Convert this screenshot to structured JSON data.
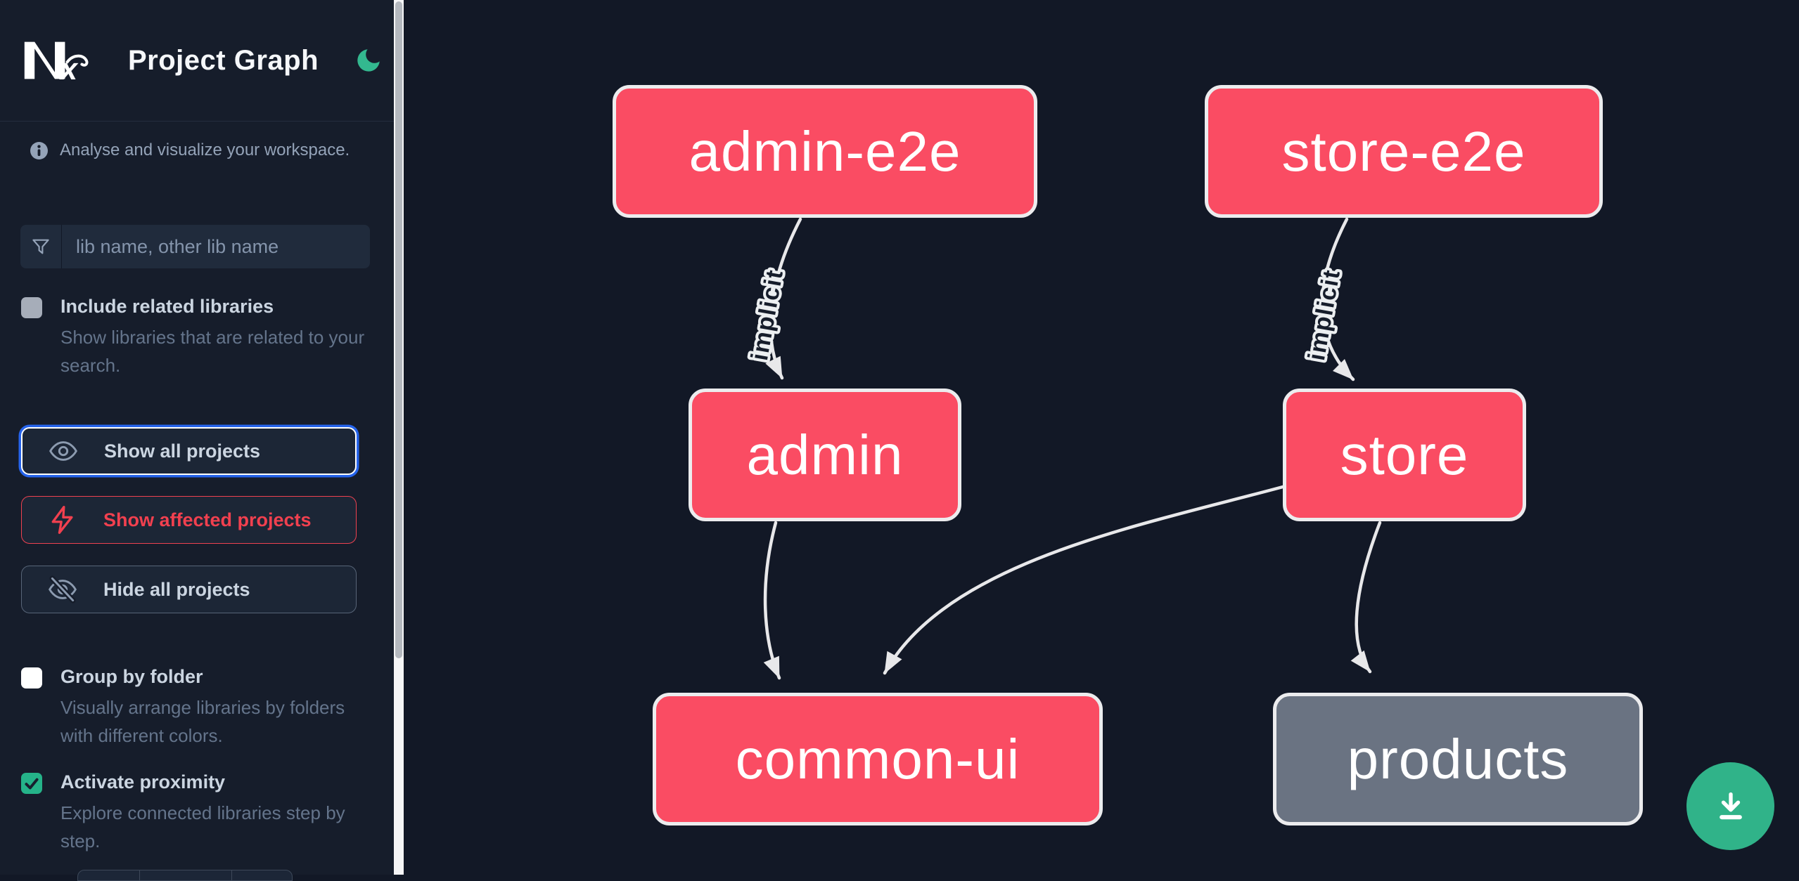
{
  "header": {
    "logo": "Nx",
    "title": "Project Graph",
    "theme_icon": "moon"
  },
  "sidebar": {
    "info_text": "Analyse and visualize your workspace.",
    "search": {
      "placeholder": "lib name, other lib name",
      "icon": "funnel"
    },
    "actions": [
      {
        "label": "Show all projects",
        "icon": "eye",
        "state": "focused"
      },
      {
        "label": "Show affected projects",
        "icon": "lightning",
        "state": "affected"
      },
      {
        "label": "Hide all projects",
        "icon": "eye-off",
        "state": "default"
      }
    ],
    "options": [
      {
        "label": "Include related libraries",
        "description": "Show libraries that are related to your search.",
        "checked": false
      },
      {
        "label": "Group by folder",
        "description": "Visually arrange libraries by folders with different colors.",
        "checked": false
      },
      {
        "label": "Activate proximity",
        "description": "Explore connected libraries step by step.",
        "checked": true
      }
    ]
  },
  "graph": {
    "type": "dependency-graph",
    "nodes": [
      {
        "id": "admin-e2e",
        "label": "admin-e2e",
        "kind": "app"
      },
      {
        "id": "store-e2e",
        "label": "store-e2e",
        "kind": "app"
      },
      {
        "id": "admin",
        "label": "admin",
        "kind": "app"
      },
      {
        "id": "store",
        "label": "store",
        "kind": "app"
      },
      {
        "id": "common-ui",
        "label": "common-ui",
        "kind": "app"
      },
      {
        "id": "products",
        "label": "products",
        "kind": "lib"
      }
    ],
    "edges": [
      {
        "from": "admin-e2e",
        "to": "admin",
        "label": "implicit"
      },
      {
        "from": "store-e2e",
        "to": "store",
        "label": "implicit"
      },
      {
        "from": "admin",
        "to": "common-ui",
        "label": ""
      },
      {
        "from": "store",
        "to": "common-ui",
        "label": ""
      },
      {
        "from": "store",
        "to": "products",
        "label": ""
      }
    ]
  },
  "fab": {
    "icon": "download"
  },
  "colors": {
    "accent_green": "#30b389",
    "node_pink": "#fa4c63",
    "node_gray": "#6a7382",
    "edge": "#e8e8ea",
    "affected_red": "#f1404f",
    "focus_blue": "#2563eb",
    "sidebar_bg": "#161d2b",
    "canvas_bg": "#121826"
  }
}
